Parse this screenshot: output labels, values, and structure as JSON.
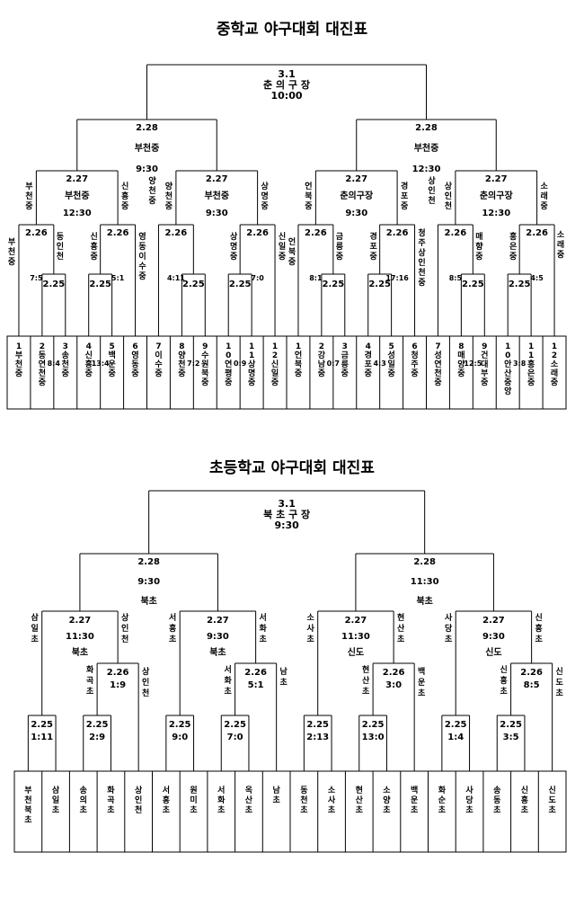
{
  "colors": {
    "line": "#000000",
    "text": "#000000",
    "background": "#ffffff"
  },
  "middle": {
    "title": "중학교 야구대회 대진표",
    "teams": [
      "1부천중",
      "2동연천중",
      "3송천중",
      "4신흥중",
      "5백운중",
      "6영동중",
      "7이수중",
      "8양천중",
      "9수원북중",
      "10연평중",
      "11상명중",
      "12신일중",
      "1언북중",
      "2강남중",
      "3금릉중",
      "4경포중",
      "5성일중",
      "6청주중",
      "7성연천중",
      "8매양중",
      "9건대부중",
      "10안산중앙",
      "11홍은중",
      "12소래중"
    ],
    "matches": [
      {
        "id": "m1a",
        "lines": [
          "2.25",
          "",
          "8:4"
        ]
      },
      {
        "id": "m1b",
        "lines": [
          "2.25",
          "",
          "13:4"
        ]
      },
      {
        "id": "m2a",
        "lines": [
          "2.25",
          "",
          "7:2"
        ]
      },
      {
        "id": "m2b",
        "lines": [
          "2.25",
          "",
          "0:9"
        ]
      },
      {
        "id": "m3a",
        "lines": [
          "2.25",
          "",
          "0:7"
        ]
      },
      {
        "id": "m3b",
        "lines": [
          "2.25",
          "",
          "4:3"
        ]
      },
      {
        "id": "m4a",
        "lines": [
          "2.25",
          "",
          "12:5"
        ]
      },
      {
        "id": "m4b",
        "lines": [
          "2.25",
          "",
          "3:8"
        ]
      },
      {
        "id": "q1a",
        "lines": [
          "2.26",
          "",
          "7:5"
        ]
      },
      {
        "id": "q1b",
        "lines": [
          "2.26",
          "",
          "5:1"
        ]
      },
      {
        "id": "q2a",
        "lines": [
          "2.26",
          "",
          "4:11"
        ]
      },
      {
        "id": "q2b",
        "lines": [
          "2.26",
          "",
          "7:0"
        ]
      },
      {
        "id": "q3a",
        "lines": [
          "2.26",
          "",
          "8:1"
        ]
      },
      {
        "id": "q3b",
        "lines": [
          "2.26",
          "",
          "17:16"
        ]
      },
      {
        "id": "q4a",
        "lines": [
          "2.26",
          "",
          "8:5"
        ]
      },
      {
        "id": "q4b",
        "lines": [
          "2.26",
          "",
          "4:5"
        ]
      },
      {
        "id": "s1",
        "lines": [
          "2.27",
          "부천중",
          "12:30"
        ]
      },
      {
        "id": "s2",
        "lines": [
          "2.27",
          "부천중",
          "9:30"
        ]
      },
      {
        "id": "s3",
        "lines": [
          "2.27",
          "춘의구장",
          "9:30"
        ]
      },
      {
        "id": "s4",
        "lines": [
          "2.27",
          "춘의구장",
          "12:30"
        ]
      },
      {
        "id": "h1",
        "lines": [
          "2.28",
          "부천중",
          "9:30"
        ]
      },
      {
        "id": "h2",
        "lines": [
          "2.28",
          "부천중",
          "12:30"
        ]
      },
      {
        "id": "f",
        "lines": [
          "3.1",
          "춘 의 구 장",
          "10:00"
        ]
      }
    ],
    "advancers": [
      {
        "id": "adv-q1a-left",
        "text": "부천중"
      },
      {
        "id": "adv-m1a",
        "text": "동인천"
      },
      {
        "id": "adv-m1b",
        "text": "신흥중"
      },
      {
        "id": "adv-q1b-right",
        "text": "영동이수중"
      },
      {
        "id": "adv-q2a-left",
        "text": "양천중"
      },
      {
        "id": "adv-m2b",
        "text": "상명중"
      },
      {
        "id": "adv-q2b-right",
        "text": "신일중"
      },
      {
        "id": "adv-q3a-left",
        "text": "언북중"
      },
      {
        "id": "adv-m3a",
        "text": "금릉중"
      },
      {
        "id": "adv-m3b",
        "text": "경포중"
      },
      {
        "id": "adv-q3b-right",
        "text": "청주상인천중"
      },
      {
        "id": "adv-q4a-left",
        "text": "상인천"
      },
      {
        "id": "adv-m4a",
        "text": "매향중"
      },
      {
        "id": "adv-m4b",
        "text": "홍은중"
      },
      {
        "id": "adv-q4b-right",
        "text": "소래중"
      },
      {
        "id": "adv-s1-left",
        "text": "부천중"
      },
      {
        "id": "adv-s1-right",
        "text": "신흥중"
      },
      {
        "id": "adv-s2-left",
        "text": "양천중"
      },
      {
        "id": "adv-s2-right",
        "text": "상명중"
      },
      {
        "id": "adv-s3-left",
        "text": "언북중"
      },
      {
        "id": "adv-s3-right",
        "text": "경포중"
      },
      {
        "id": "adv-s4-left",
        "text": "상인천"
      },
      {
        "id": "adv-s4-right",
        "text": "소래중"
      }
    ]
  },
  "elementary": {
    "title": "초등학교 야구대회 대진표",
    "teams": [
      "부천북초",
      "삼일초",
      "송의초",
      "화곡초",
      "상인천",
      "서흥초",
      "원미초",
      "서화초",
      "옥산초",
      "남초",
      "동천초",
      "소사초",
      "현산초",
      "소양초",
      "백운초",
      "화순초",
      "사당초",
      "송동초",
      "신흥초",
      "신도초"
    ],
    "matches": [
      {
        "id": "e1",
        "lines": [
          "2.25",
          "1:11"
        ]
      },
      {
        "id": "e2",
        "lines": [
          "2.25",
          "2:9"
        ]
      },
      {
        "id": "e3",
        "lines": [
          "2.25",
          "9:0"
        ]
      },
      {
        "id": "e4",
        "lines": [
          "2.25",
          "7:0"
        ]
      },
      {
        "id": "e5",
        "lines": [
          "2.25",
          "2:13"
        ]
      },
      {
        "id": "e6",
        "lines": [
          "2.25",
          "13:0"
        ]
      },
      {
        "id": "e7",
        "lines": [
          "2.25",
          "1:4"
        ]
      },
      {
        "id": "e8",
        "lines": [
          "2.25",
          "3:5"
        ]
      },
      {
        "id": "q1",
        "lines": [
          "2.26",
          "1:9"
        ]
      },
      {
        "id": "q2",
        "lines": [
          "2.26",
          "5:1"
        ]
      },
      {
        "id": "q3",
        "lines": [
          "2.26",
          "3:0"
        ]
      },
      {
        "id": "q4",
        "lines": [
          "2.26",
          "8:5"
        ]
      },
      {
        "id": "s1",
        "lines": [
          "2.27",
          "11:30",
          "북초"
        ]
      },
      {
        "id": "s2",
        "lines": [
          "2.27",
          "9:30",
          "북초"
        ]
      },
      {
        "id": "s3",
        "lines": [
          "2.27",
          "11:30",
          "신도"
        ]
      },
      {
        "id": "s4",
        "lines": [
          "2.27",
          "9:30",
          "신도"
        ]
      },
      {
        "id": "h1",
        "lines": [
          "2.28",
          "9:30",
          "북초"
        ]
      },
      {
        "id": "h2",
        "lines": [
          "2.28",
          "11:30",
          "북초"
        ]
      },
      {
        "id": "f",
        "lines": [
          "3.1",
          "북 초 구 장",
          "9:30"
        ]
      }
    ],
    "advancers": [
      {
        "id": "adv-e2",
        "text": "화곡초"
      },
      {
        "id": "adv-q1-right",
        "text": "상인천"
      },
      {
        "id": "adv-e4",
        "text": "서화초"
      },
      {
        "id": "adv-q2-right",
        "text": "남초"
      },
      {
        "id": "adv-e6",
        "text": "현산초"
      },
      {
        "id": "adv-q3-right",
        "text": "백운초"
      },
      {
        "id": "adv-e8",
        "text": "신흥초"
      },
      {
        "id": "adv-q4-right",
        "text": "신도초"
      },
      {
        "id": "adv-s1-left",
        "text": "삼일초"
      },
      {
        "id": "adv-s1-right",
        "text": "상인천"
      },
      {
        "id": "adv-s2-left",
        "text": "서흥초"
      },
      {
        "id": "adv-s2-right",
        "text": "서화초"
      },
      {
        "id": "adv-s3-left",
        "text": "소사초"
      },
      {
        "id": "adv-s3-right",
        "text": "현산초"
      },
      {
        "id": "adv-s4-left",
        "text": "사당초"
      },
      {
        "id": "adv-s4-right",
        "text": "신흥초"
      }
    ]
  }
}
